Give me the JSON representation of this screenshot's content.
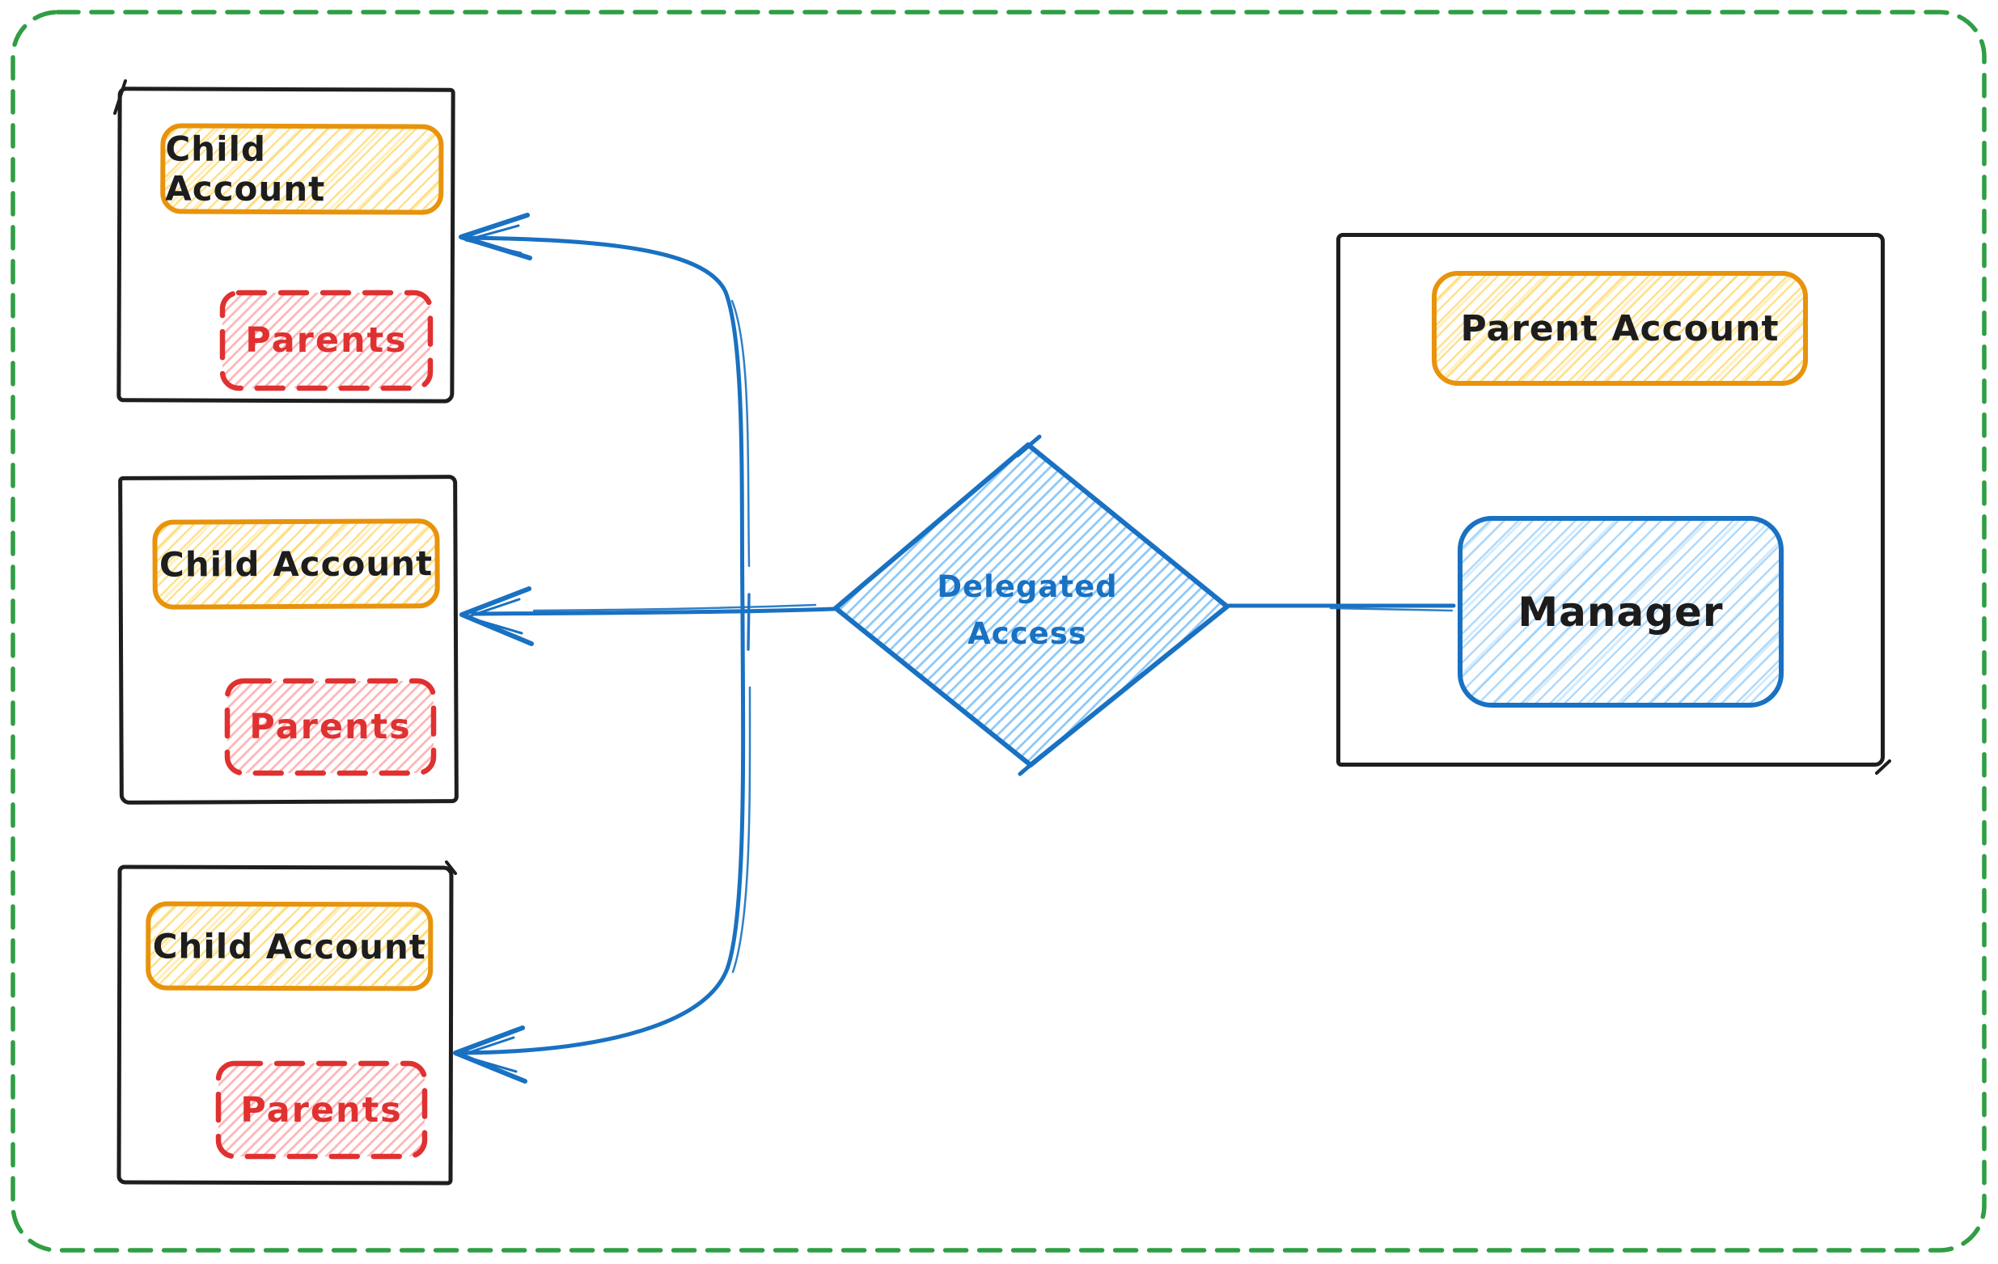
{
  "diagram": {
    "child_accounts": [
      {
        "title": "Child Account",
        "member": "Parents"
      },
      {
        "title": "Child Account",
        "member": "Parents"
      },
      {
        "title": "Child Account",
        "member": "Parents"
      }
    ],
    "parent_account": {
      "title": "Parent Account",
      "manager_label": "Manager"
    },
    "decision": {
      "line1": "Delegated",
      "line2": "Access"
    },
    "colors": {
      "background": "#ffffff",
      "canvas_border_green": "#2f9e44",
      "box_stroke_black": "#1e1e1e",
      "account_label_orange": "#e8930c",
      "account_label_hatch_yellow": "#ffd43b",
      "parents_red": "#e03131",
      "parents_hatch_pink": "#ffc9c9",
      "connector_blue": "#1971c2",
      "diamond_hatch_blue": "#a5d8ff",
      "text_black": "#1d1d1d"
    }
  }
}
